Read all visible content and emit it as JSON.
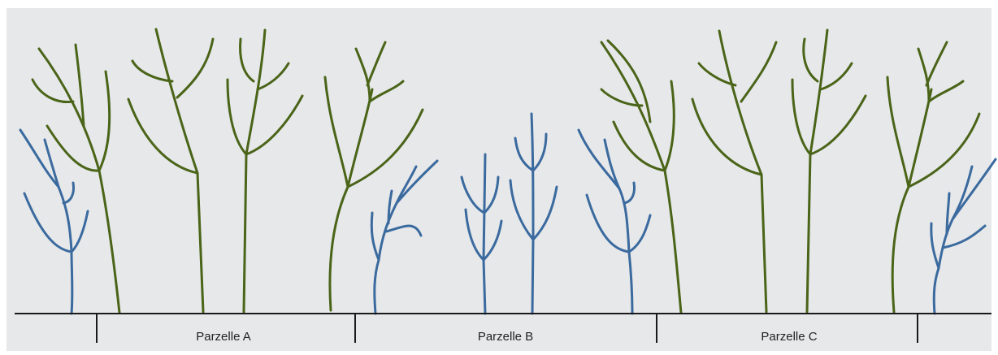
{
  "colors": {
    "background": "#e7e8ea",
    "ground": "#1a1a1a",
    "tree_green": "#4a6418",
    "tree_blue": "#3a6a9e"
  },
  "plots": [
    {
      "label": "Parzelle A"
    },
    {
      "label": "Parzelle B"
    },
    {
      "label": "Parzelle C"
    }
  ]
}
